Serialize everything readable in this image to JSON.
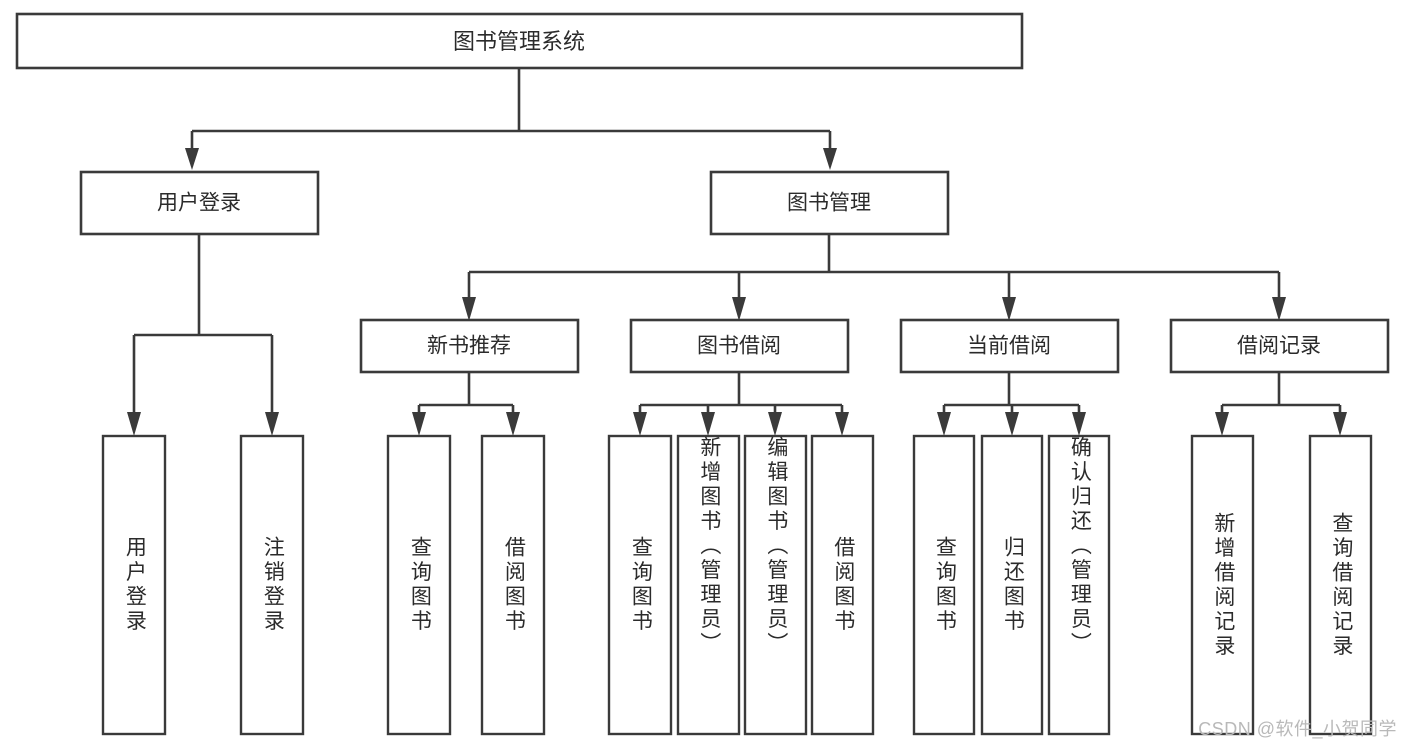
{
  "diagram": {
    "title": "图书管理系统",
    "watermark": "CSDN @软件_小贺同学",
    "colors": {
      "background": "#ffffff",
      "stroke": "#3a3a3a",
      "text": "#2b2b2b",
      "watermark": "#b9b9b9"
    },
    "root": {
      "label": "图书管理系统"
    },
    "level2": [
      {
        "label": "用户登录"
      },
      {
        "label": "图书管理"
      }
    ],
    "level3": [
      {
        "label": "新书推荐"
      },
      {
        "label": "图书借阅"
      },
      {
        "label": "当前借阅"
      },
      {
        "label": "借阅记录"
      }
    ],
    "leaves": {
      "user_login": [
        {
          "label": "用户登录"
        },
        {
          "label": "注销登录"
        }
      ],
      "new_book_recommend": [
        {
          "label": "查询图书"
        },
        {
          "label": "借阅图书"
        }
      ],
      "book_borrow": [
        {
          "label": "查询图书"
        },
        {
          "label": "新增图书（管理员）"
        },
        {
          "label": "编辑图书（管理员）"
        },
        {
          "label": "借阅图书"
        }
      ],
      "current_borrow": [
        {
          "label": "查询图书"
        },
        {
          "label": "归还图书"
        },
        {
          "label": "确认归还（管理员）"
        }
      ],
      "borrow_record": [
        {
          "label": "新增借阅记录"
        },
        {
          "label": "查询借阅记录"
        }
      ]
    }
  }
}
